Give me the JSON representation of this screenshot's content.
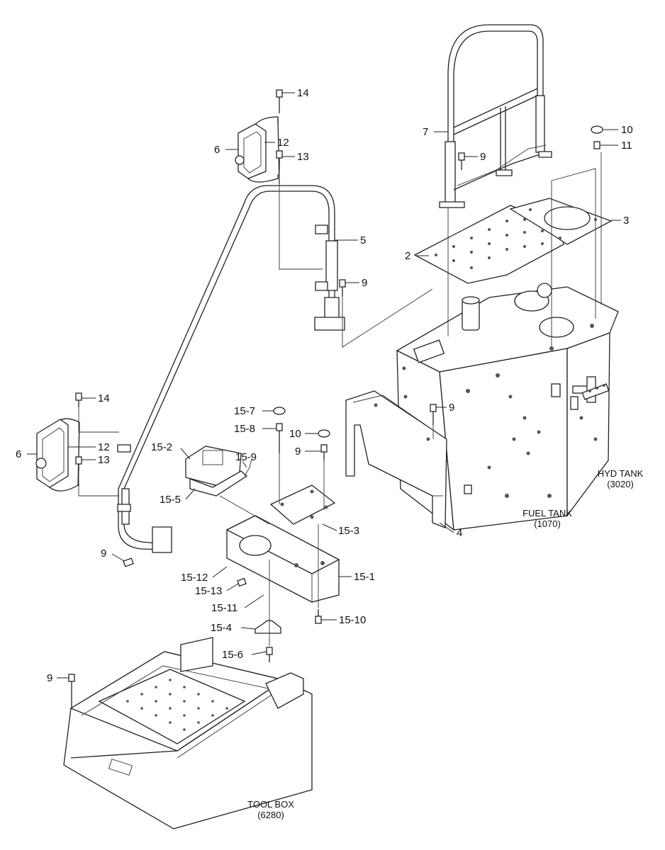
{
  "labels": {
    "p14a": "14",
    "p12a": "12",
    "p6a": "6",
    "p13a": "13",
    "p5": "5",
    "p9a": "9",
    "p7": "7",
    "p9b": "9",
    "p10a": "10",
    "p11": "11",
    "p3": "3",
    "p2": "2",
    "p14b": "14",
    "p6b": "6",
    "p12b": "12",
    "p13b": "13",
    "p9c": "9",
    "p15_7": "15-7",
    "p15_8": "15-8",
    "p10b": "10",
    "p9d": "9",
    "p9e": "9",
    "p15_2": "15-2",
    "p15_9": "15-9",
    "p15_5": "15-5",
    "p15_3": "15-3",
    "p4": "4",
    "p15_12": "15-12",
    "p15_13": "15-13",
    "p15_11": "15-11",
    "p15_1": "15-1",
    "p15_4": "15-4",
    "p15_10": "15-10",
    "p15_6": "15-6",
    "p9f": "9"
  },
  "components": {
    "hyd_tank": {
      "name": "HYD TANK",
      "code": "(3020)"
    },
    "fuel_tank": {
      "name": "FUEL TANK",
      "code": "(1070)"
    },
    "tool_box": {
      "name": "TOOL BOX",
      "code": "(6280)"
    }
  }
}
